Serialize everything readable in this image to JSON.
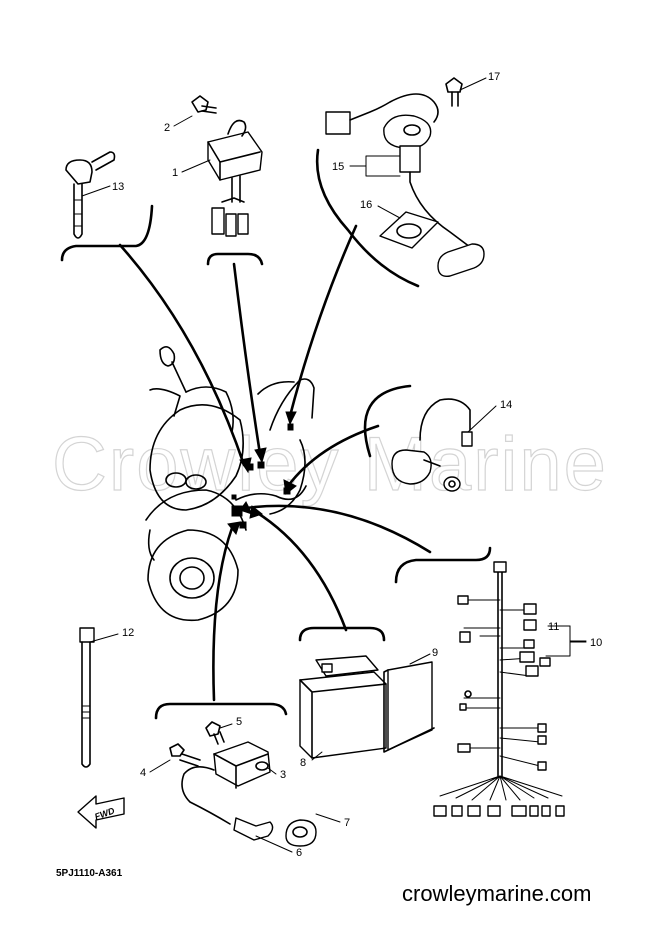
{
  "watermark": "Crowley Marine",
  "part_code": "5PJ1110-A361",
  "site_url": "crowleymarine.com",
  "fwd_label": "FWD",
  "callouts": [
    "1",
    "2",
    "3",
    "4",
    "5",
    "6",
    "7",
    "8",
    "9",
    "10",
    "11",
    "12",
    "13",
    "14",
    "15",
    "16",
    "17"
  ]
}
